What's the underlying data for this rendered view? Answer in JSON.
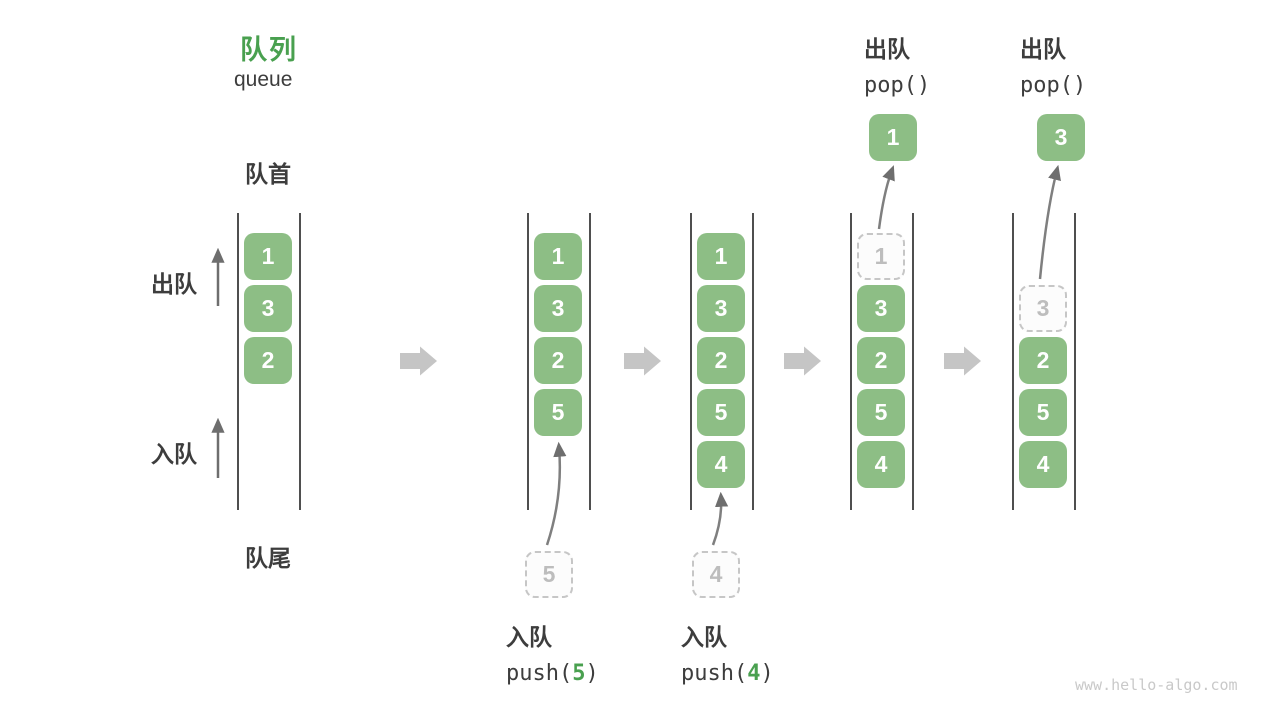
{
  "header": {
    "title_zh": "队列",
    "title_en": "queue"
  },
  "side_labels": {
    "front": "队首",
    "rear": "队尾",
    "dequeue": "出队",
    "enqueue": "入队"
  },
  "operations": {
    "push5": {
      "label": "入队",
      "code_pre": "push(",
      "arg": "5",
      "code_post": ")"
    },
    "push4": {
      "label": "入队",
      "code_pre": "push(",
      "arg": "4",
      "code_post": ")"
    },
    "pop_first": {
      "label": "出队",
      "code": "pop()"
    },
    "pop_second": {
      "label": "出队",
      "code": "pop()"
    }
  },
  "states": [
    {
      "name": "initial",
      "cells": [
        {
          "row": 0,
          "value": "1",
          "type": "solid"
        },
        {
          "row": 1,
          "value": "3",
          "type": "solid"
        },
        {
          "row": 2,
          "value": "2",
          "type": "solid"
        }
      ]
    },
    {
      "name": "after-push-5",
      "cells": [
        {
          "row": 0,
          "value": "1",
          "type": "solid"
        },
        {
          "row": 1,
          "value": "3",
          "type": "solid"
        },
        {
          "row": 2,
          "value": "2",
          "type": "solid"
        },
        {
          "row": 3,
          "value": "5",
          "type": "solid"
        }
      ],
      "pending": "5"
    },
    {
      "name": "after-push-4",
      "cells": [
        {
          "row": 0,
          "value": "1",
          "type": "solid"
        },
        {
          "row": 1,
          "value": "3",
          "type": "solid"
        },
        {
          "row": 2,
          "value": "2",
          "type": "solid"
        },
        {
          "row": 3,
          "value": "5",
          "type": "solid"
        },
        {
          "row": 4,
          "value": "4",
          "type": "solid"
        }
      ],
      "pending": "4"
    },
    {
      "name": "after-pop-1",
      "cells": [
        {
          "row": 0,
          "value": "1",
          "type": "ghost"
        },
        {
          "row": 1,
          "value": "3",
          "type": "solid"
        },
        {
          "row": 2,
          "value": "2",
          "type": "solid"
        },
        {
          "row": 3,
          "value": "5",
          "type": "solid"
        },
        {
          "row": 4,
          "value": "4",
          "type": "solid"
        }
      ],
      "popped": "1"
    },
    {
      "name": "after-pop-3",
      "cells": [
        {
          "row": 1,
          "value": "3",
          "type": "ghost"
        },
        {
          "row": 2,
          "value": "2",
          "type": "solid"
        },
        {
          "row": 3,
          "value": "5",
          "type": "solid"
        },
        {
          "row": 4,
          "value": "4",
          "type": "solid"
        }
      ],
      "popped": "3"
    }
  ],
  "colors": {
    "cell_green": "#8DBE85",
    "accent_green": "#49A04F",
    "text_dark": "#3D3D3D",
    "block_arrow_gray": "#C5C5C5",
    "curve_arrow_gray": "#7F7F7F",
    "ghost_gray": "#C6C6C6"
  },
  "watermark": "www.hello-algo.com"
}
